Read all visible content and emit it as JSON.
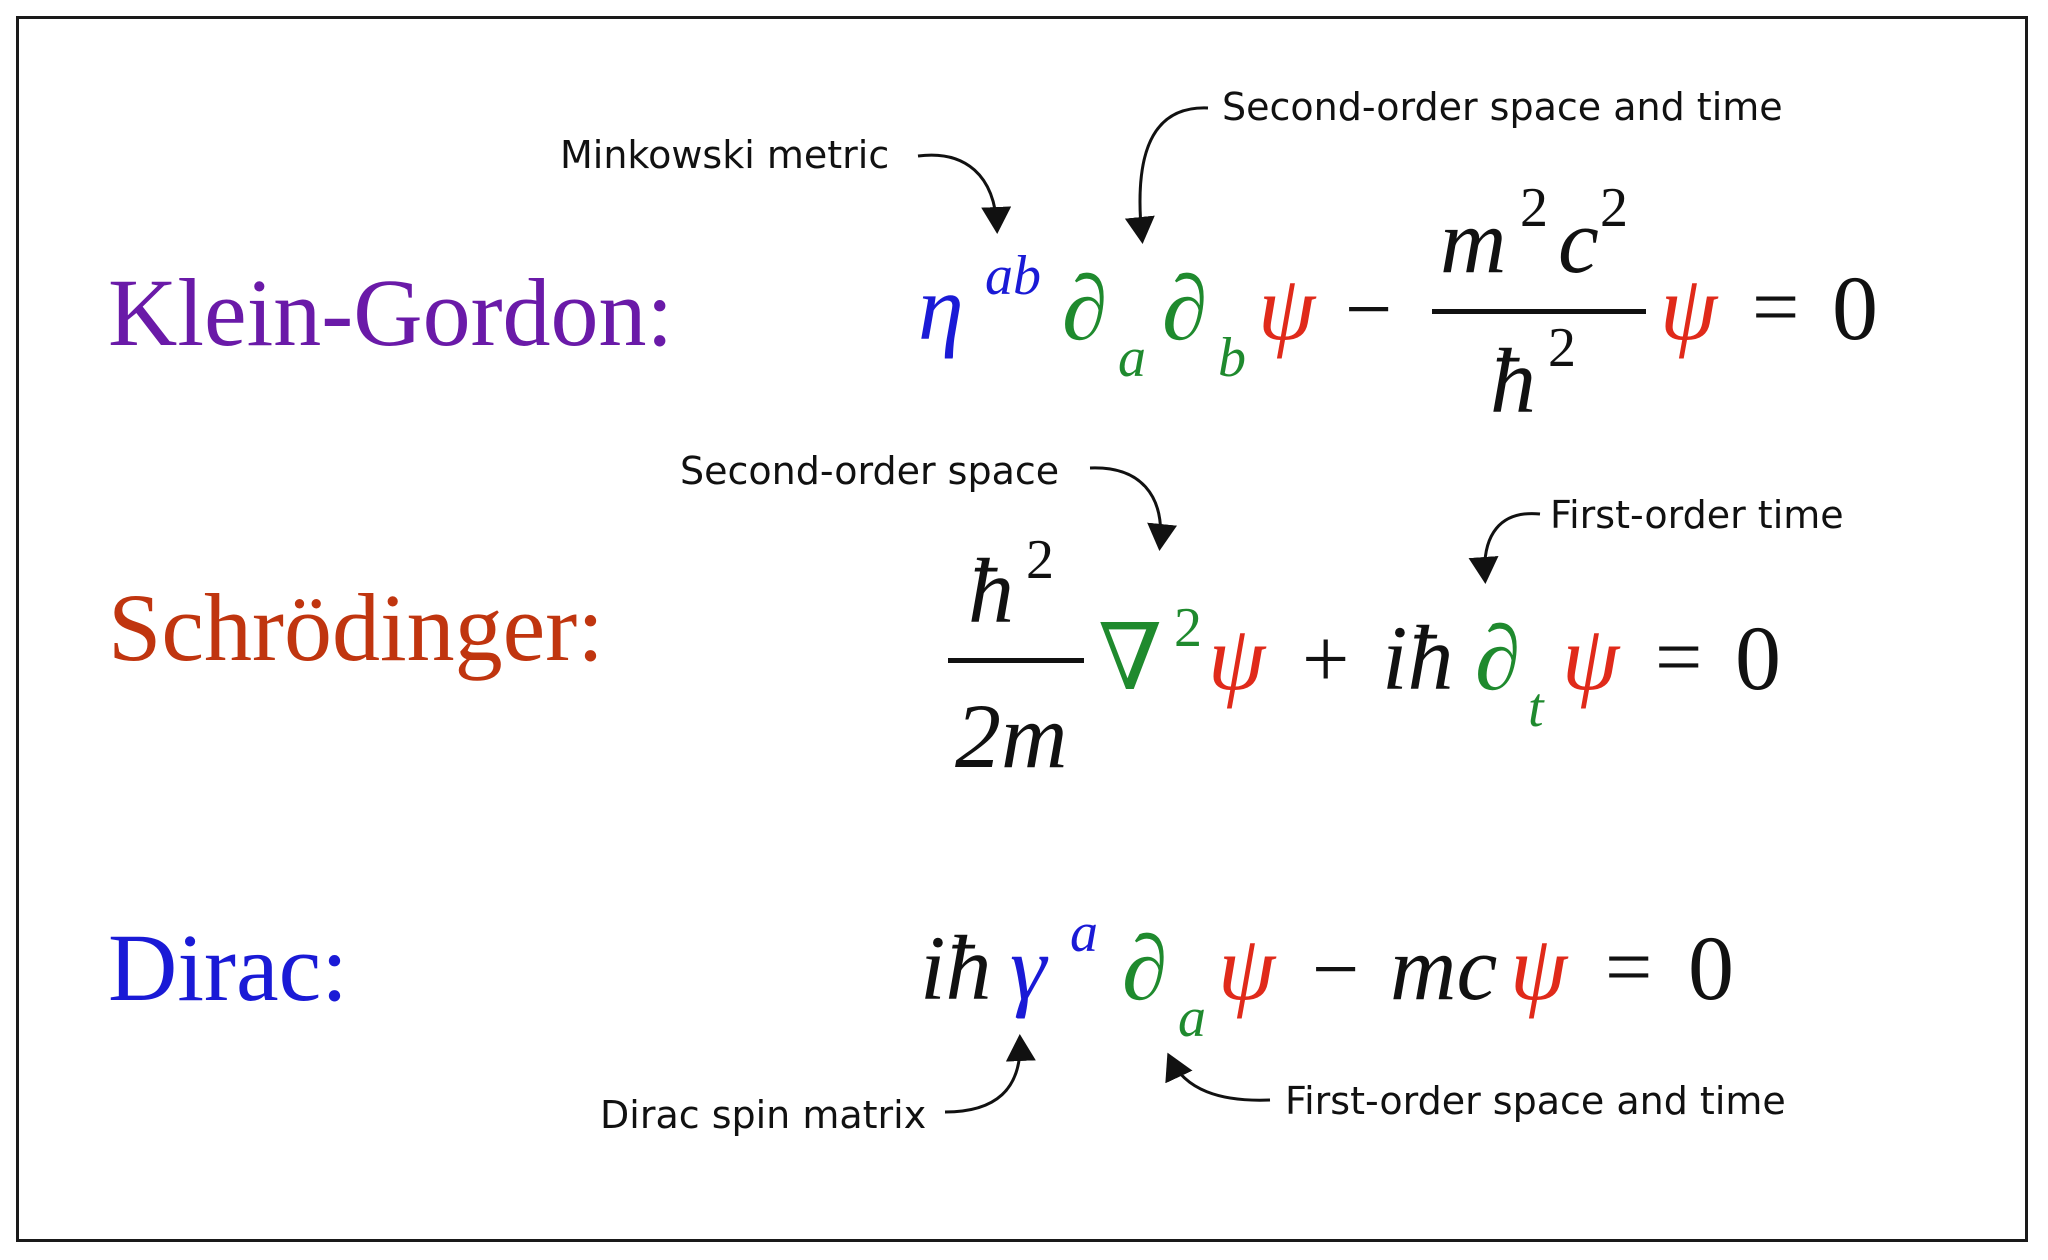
{
  "equations": {
    "klein_gordon": {
      "name": "Klein-Gordon:",
      "name_color": "#6a1aa8",
      "terms": {
        "eta": "η",
        "eta_sup": "ab",
        "d1": "∂",
        "d1_sub": "a",
        "d2": "∂",
        "d2_sub": "b",
        "psi1": "ψ",
        "minus": "−",
        "num_m": "m",
        "num_m_sup": "2",
        "num_c": "c",
        "num_c_sup": "2",
        "den_hbar": "ħ",
        "den_sup": "2",
        "psi2": "ψ",
        "equals": "=",
        "zero": "0"
      }
    },
    "schrodinger": {
      "name": "Schrödinger:",
      "name_color": "#c0350f",
      "terms": {
        "num_hbar": "ħ",
        "num_sup": "2",
        "den": "2m",
        "nabla": "∇",
        "nabla_sup": "2",
        "psi1": "ψ",
        "plus": "+",
        "ihbar": "iħ",
        "d": "∂",
        "d_sub": "t",
        "psi2": "ψ",
        "equals": "=",
        "zero": "0"
      }
    },
    "dirac": {
      "name": "Dirac:",
      "name_color": "#1a1ad6",
      "terms": {
        "ihbar": "iħ",
        "gamma": "γ",
        "gamma_sup": "a",
        "d": "∂",
        "d_sub": "a",
        "psi1": "ψ",
        "minus": "−",
        "mc": "mc",
        "psi2": "ψ",
        "equals": "=",
        "zero": "0"
      }
    }
  },
  "annotations": {
    "minkowski": "Minkowski metric",
    "second_order_space_time": "Second-order space and time",
    "second_order_space": "Second-order space",
    "first_order_time": "First-order time",
    "dirac_spin_matrix": "Dirac spin matrix",
    "first_order_space_time": "First-order space and time"
  },
  "colors": {
    "metric_blue": "#1a1ad6",
    "derivative_green": "#1f8a2e",
    "wavefunction_red": "#e02a1a"
  }
}
